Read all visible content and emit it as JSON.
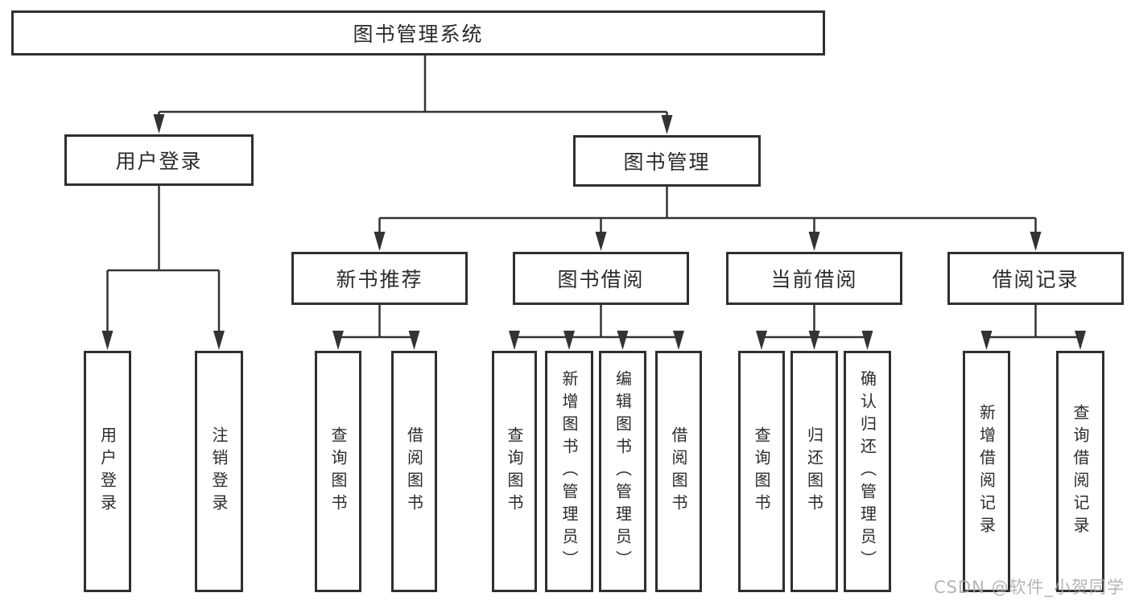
{
  "diagram": {
    "root": {
      "label": "图书管理系统"
    },
    "level2": [
      {
        "id": "user-login",
        "label": "用户登录",
        "children": [
          {
            "label": "用户登录"
          },
          {
            "label": "注销登录"
          }
        ]
      },
      {
        "id": "book-manage",
        "label": "图书管理",
        "children": [
          {
            "id": "new-book-recommend",
            "label": "新书推荐",
            "children": [
              {
                "label": "查询图书"
              },
              {
                "label": "借阅图书"
              }
            ]
          },
          {
            "id": "book-borrow",
            "label": "图书借阅",
            "children": [
              {
                "label": "查询图书"
              },
              {
                "label": "新增图书（管理员）"
              },
              {
                "label": "编辑图书（管理员）"
              },
              {
                "label": "借阅图书"
              }
            ]
          },
          {
            "id": "current-borrow",
            "label": "当前借阅",
            "children": [
              {
                "label": "查询图书"
              },
              {
                "label": "归还图书"
              },
              {
                "label": "确认归还（管理员）"
              }
            ]
          },
          {
            "id": "borrow-records",
            "label": "借阅记录",
            "children": [
              {
                "label": "新增借阅记录"
              },
              {
                "label": "查询借阅记录"
              }
            ]
          }
        ]
      }
    ]
  },
  "watermark": {
    "text": "CSDN @软件_小贺同学"
  },
  "colors": {
    "line": "#333333",
    "box_border": "#2f2f2f",
    "text": "#2b2b2b",
    "watermark": "#a8a8a8",
    "background": "#ffffff"
  }
}
